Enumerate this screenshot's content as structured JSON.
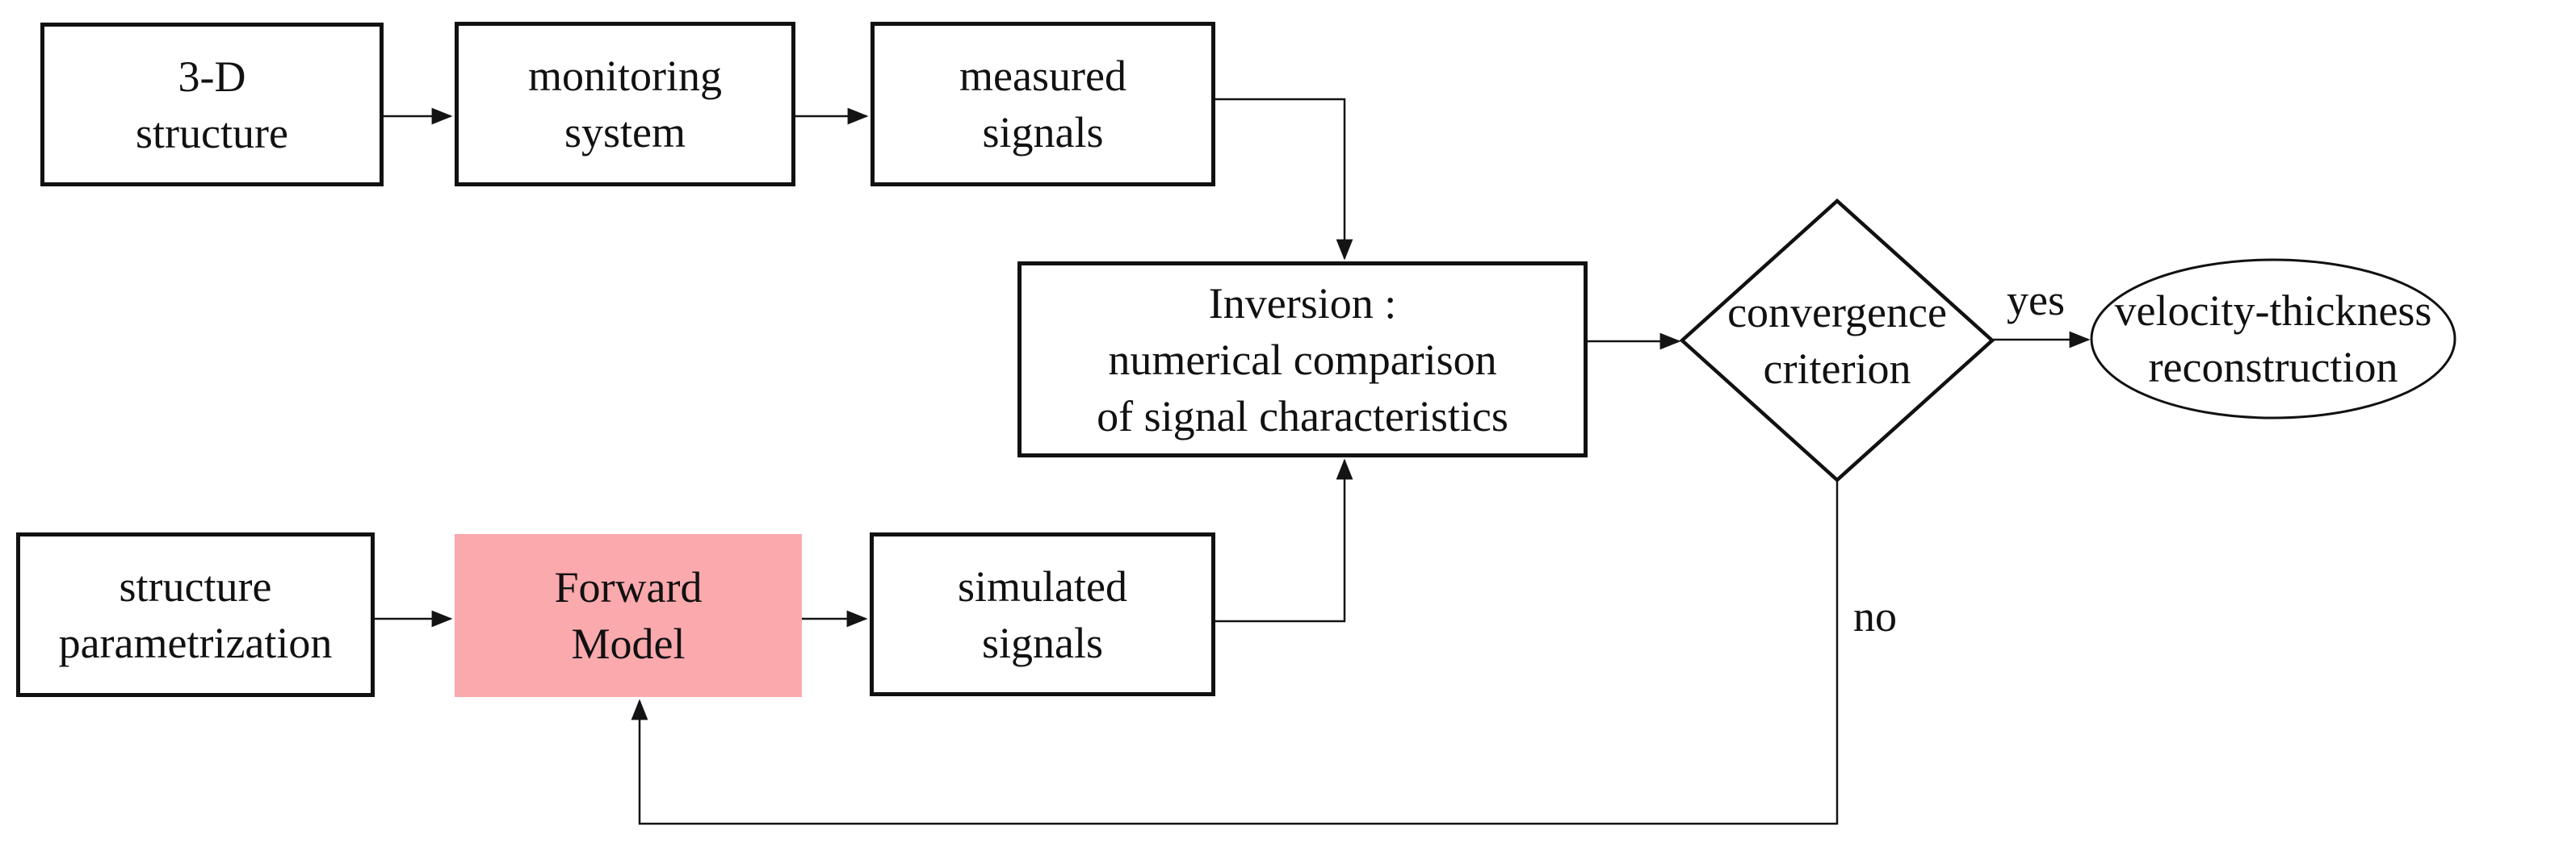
{
  "figure": {
    "kind": "flowchart",
    "nodes": {
      "structure_3d": {
        "line1": "3-D",
        "line2": "structure"
      },
      "monitoring_system": {
        "line1": "monitoring",
        "line2": "system"
      },
      "measured_signals": {
        "line1": "measured",
        "line2": "signals"
      },
      "inversion": {
        "line1": "Inversion :",
        "line2": "numerical comparison",
        "line3": "of signal characteristics"
      },
      "structure_parametrization": {
        "line1": "structure",
        "line2": "parametrization"
      },
      "forward_model": {
        "line1": "Forward",
        "line2": "Model"
      },
      "simulated_signals": {
        "line1": "simulated",
        "line2": "signals"
      },
      "convergence_criterion": {
        "line1": "convergence",
        "line2": "criterion"
      },
      "velocity_thickness_reconstruction": {
        "line1": "velocity-thickness",
        "line2": "reconstruction"
      }
    },
    "edge_labels": {
      "yes": "yes",
      "no": "no"
    },
    "colors": {
      "forward_fill": "#faa9ad",
      "node_border": "#111111",
      "connector": "#141414",
      "background": "#ffffff"
    }
  }
}
